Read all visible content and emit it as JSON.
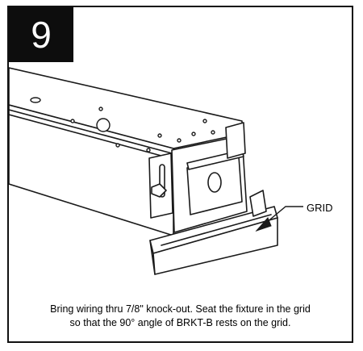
{
  "step": {
    "number": "9"
  },
  "illustration": {
    "callout_label": "GRID",
    "line_color": "#1a1a1a",
    "fill_color": "#ffffff"
  },
  "caption": {
    "line1": "Bring wiring thru 7/8\" knock-out. Seat the fixture in the grid",
    "line2": "so that the 90° angle of BRKT-B rests on the grid."
  }
}
